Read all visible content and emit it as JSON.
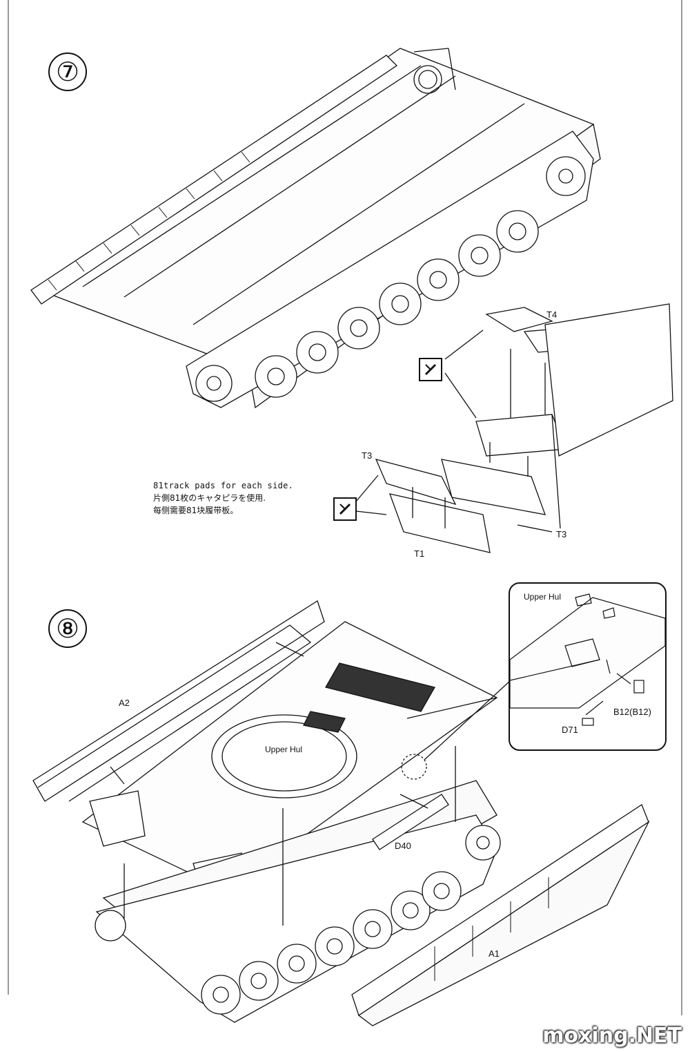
{
  "steps": [
    {
      "number": "⑦"
    },
    {
      "number": "⑧"
    }
  ],
  "step7": {
    "note": {
      "en": "81track pads for each side.",
      "ja": "片側81枚のキャタピラを使用.",
      "zh": "每侧需要81块履带板。"
    },
    "parts": {
      "t4": "T4",
      "t3_top": "T3",
      "t3_right": "T3",
      "t1": "T1"
    }
  },
  "step8": {
    "parts": {
      "a2": "A2",
      "upper_hull": "Upper Hul",
      "d40": "D40",
      "a1": "A1"
    },
    "inset": {
      "title": "Upper Hul",
      "d71": "D71",
      "b12": "B12(B12)"
    }
  },
  "icons": [
    "side-cutter-icon",
    "side-cutter-icon"
  ],
  "watermark": "moxing.NET"
}
